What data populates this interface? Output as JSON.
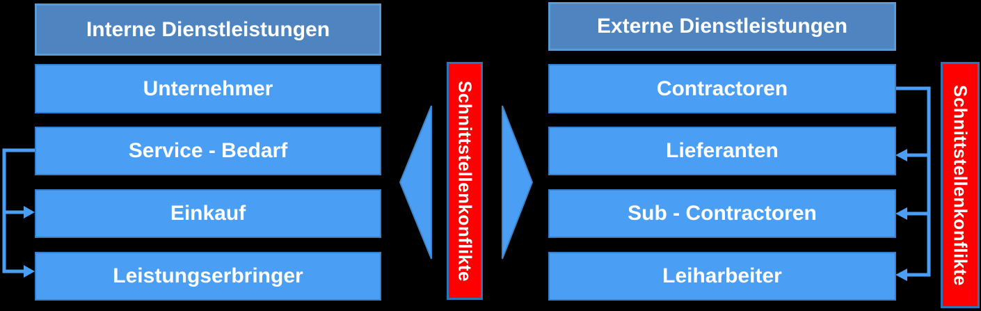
{
  "diagram": {
    "left_column": {
      "header": "Interne Dienstleistungen",
      "items": [
        "Unternehmer",
        "Service - Bedarf",
        "Einkauf",
        "Leistungserbringer"
      ]
    },
    "right_column": {
      "header": "Externe Dienstleistungen",
      "items": [
        "Contractoren",
        "Lieferanten",
        "Sub - Contractoren",
        "Leiharbeiter"
      ]
    },
    "center_conflict_label": "Schnittstellenkonflikte",
    "right_conflict_label": "Schnittstellenkonflikte",
    "colors": {
      "background": "#000000",
      "box_fill": "#4A9FF5",
      "box_border": "#3580C9",
      "header_fill": "#4E85C1",
      "header_border": "#5B9BD5",
      "conflict_fill": "#FF0000",
      "conflict_border": "#2E75B6",
      "connector": "#4A9FF5",
      "triangle_border": "#3E86CB",
      "text": "#FFFFFF"
    }
  }
}
